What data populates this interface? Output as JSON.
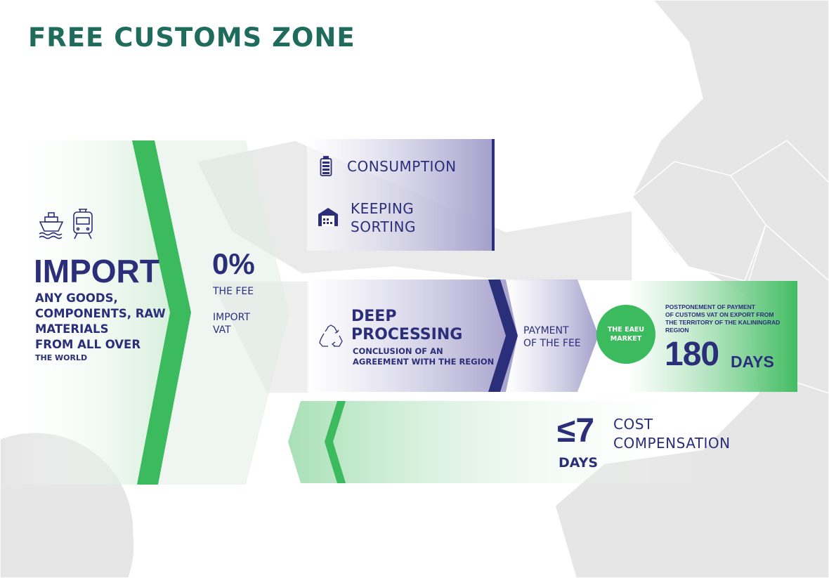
{
  "title": "FREE CUSTOMS ZONE",
  "import": {
    "heading": "IMPORT",
    "lines": [
      "ANY GOODS,",
      "COMPONENTS, RAW",
      "MATERIALS",
      "FROM ALL OVER"
    ],
    "last_line": "THE WORLD",
    "icons": [
      "ship-icon",
      "train-icon"
    ]
  },
  "fee": {
    "value": "0%",
    "label": "THE FEE",
    "vat_lines": [
      "IMPORT",
      "VAT"
    ]
  },
  "storage": {
    "consumption": "CONSUMPTION",
    "keeping": "KEEPING",
    "sorting": "SORTING"
  },
  "processing": {
    "title_lines": [
      "DEEP",
      "PROCESSING"
    ],
    "sub_lines": [
      "CONCLUSION OF AN",
      "AGREEMENT WITH THE REGION"
    ]
  },
  "payment": {
    "lines": [
      "PAYMENT",
      "OF THE FEE"
    ]
  },
  "market": {
    "lines": [
      "THE EAEU",
      "MARKET"
    ]
  },
  "postponement": {
    "lines": [
      "POSTPONEMENT OF PAYMENT",
      "OF CUSTOMS VAT ON EXPORT FROM",
      "THE TERRITORY OF THE KALININGRAD",
      "REGION"
    ],
    "value": "180",
    "unit": "DAYS"
  },
  "compensation": {
    "value": "≤7",
    "unit": "DAYS",
    "lines": [
      "COST",
      "COMPENSATION"
    ]
  },
  "colors": {
    "title": "#1f6b5c",
    "navy": "#2b2f7a",
    "green": "#3cba5e",
    "purple": "#a8a3cf",
    "map": "#e6e6e6"
  }
}
